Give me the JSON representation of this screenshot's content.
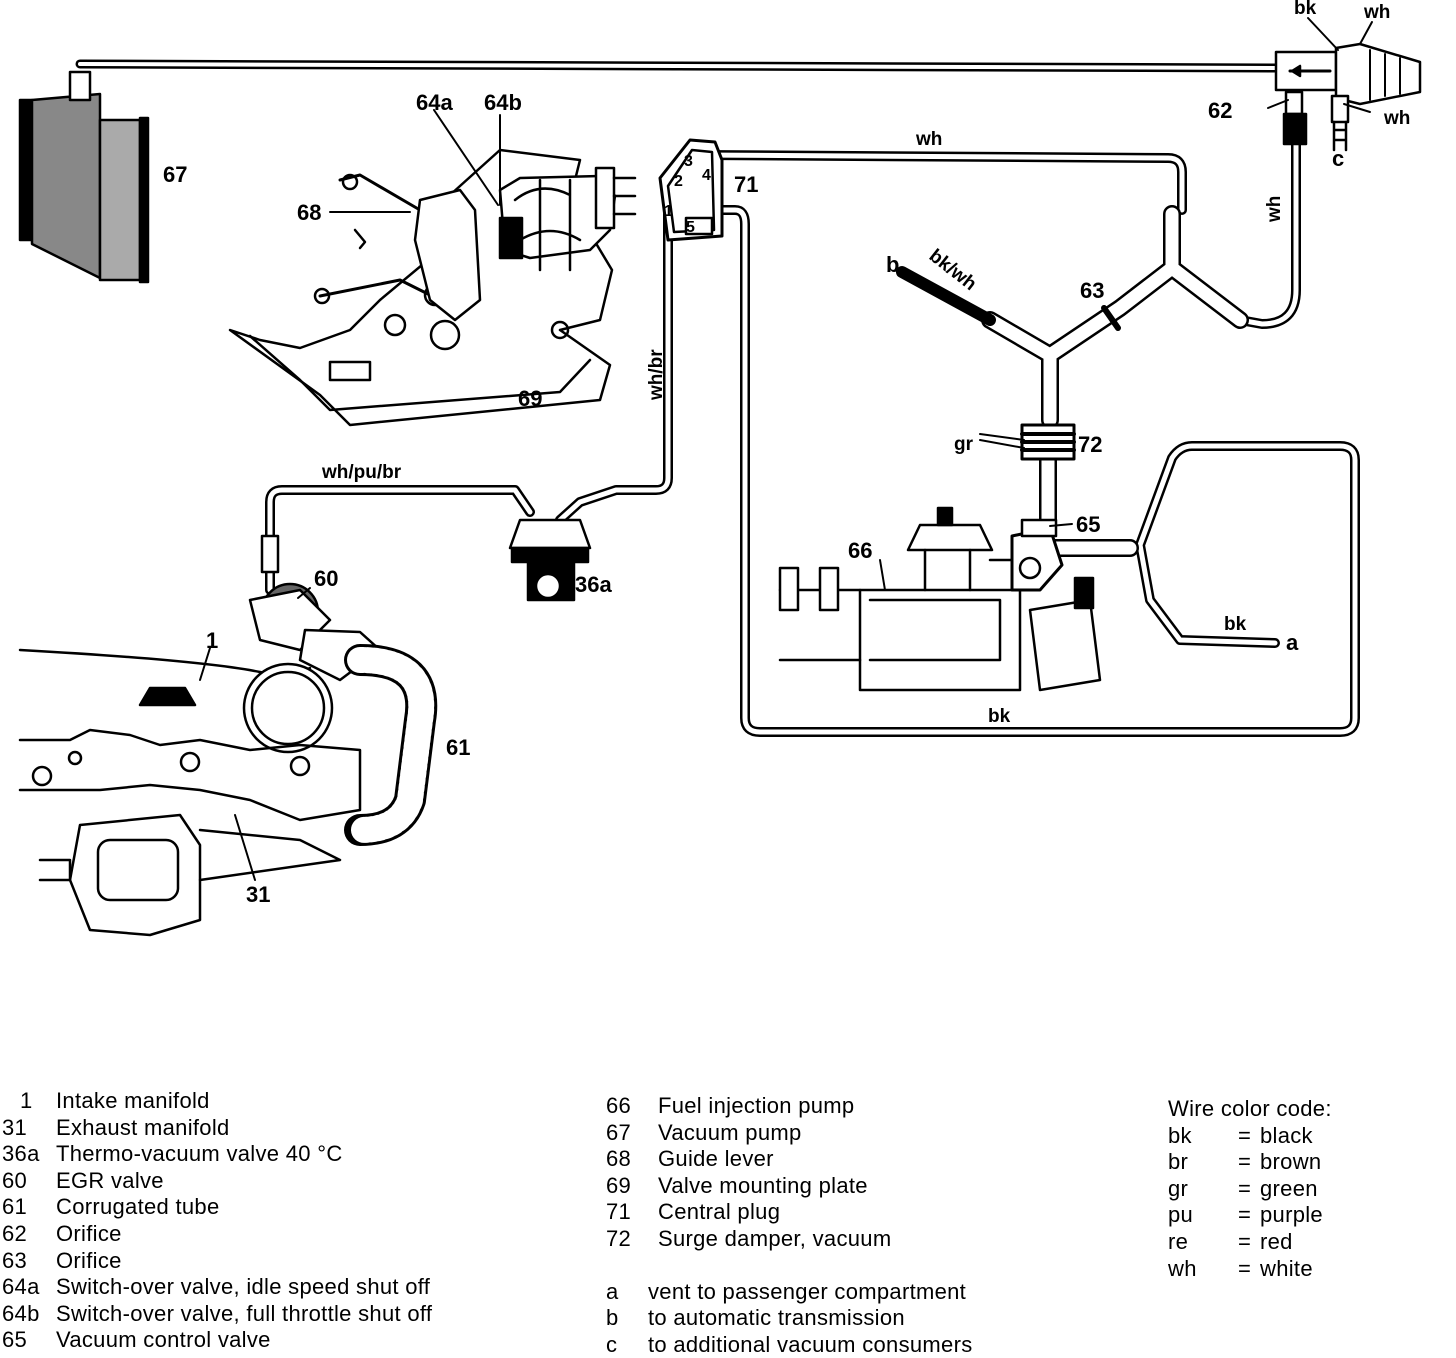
{
  "labels": {
    "n1": "1",
    "n31": "31",
    "n36a": "36a",
    "n60": "60",
    "n61": "61",
    "n62": "62",
    "n63": "63",
    "n64a": "64a",
    "n64b": "64b",
    "n65": "65",
    "n66": "66",
    "n67": "67",
    "n68": "68",
    "n69": "69",
    "n71": "71",
    "n72": "72",
    "a": "a",
    "b": "b",
    "c": "c",
    "p1": "1",
    "p2": "2",
    "p3": "3",
    "p4": "4",
    "p5": "5"
  },
  "wires": {
    "wh_top": "wh",
    "wh_vert": "wh",
    "wh_right": "wh",
    "wh_pump": "wh",
    "bk_pump": "bk",
    "bk_wh": "bk/wh",
    "wh_br": "wh/br",
    "wh_pu_br": "wh/pu/br",
    "gr": "gr",
    "bk_a": "bk",
    "bk_bottom": "bk"
  },
  "legend_left": [
    {
      "key": "1",
      "text": "Intake manifold"
    },
    {
      "key": "31",
      "text": "Exhaust manifold"
    },
    {
      "key": "36a",
      "text": "Thermo-vacuum valve 40 °C"
    },
    {
      "key": "60",
      "text": "EGR valve"
    },
    {
      "key": "61",
      "text": "Corrugated tube"
    },
    {
      "key": "62",
      "text": "Orifice"
    },
    {
      "key": "63",
      "text": "Orifice"
    },
    {
      "key": "64a",
      "text": "Switch-over valve, idle speed shut off"
    },
    {
      "key": "64b",
      "text": "Switch-over valve, full throttle shut off"
    },
    {
      "key": "65",
      "text": "Vacuum control valve"
    }
  ],
  "legend_mid": [
    {
      "key": "66",
      "text": "Fuel injection pump"
    },
    {
      "key": "67",
      "text": "Vacuum pump"
    },
    {
      "key": "68",
      "text": "Guide lever"
    },
    {
      "key": "69",
      "text": "Valve mounting plate"
    },
    {
      "key": "71",
      "text": "Central plug"
    },
    {
      "key": "72",
      "text": "Surge damper, vacuum"
    }
  ],
  "legend_letters": [
    {
      "key": "a",
      "text": "vent to passenger compartment"
    },
    {
      "key": "b",
      "text": "to automatic transmission"
    },
    {
      "key": "c",
      "text": "to additional vacuum consumers"
    }
  ],
  "legend_colors": {
    "title": "Wire color code:",
    "items": [
      {
        "key": "bk",
        "text": "black"
      },
      {
        "key": "br",
        "text": "brown"
      },
      {
        "key": "gr",
        "text": "green"
      },
      {
        "key": "pu",
        "text": "purple"
      },
      {
        "key": "re",
        "text": "red"
      },
      {
        "key": "wh",
        "text": "white"
      }
    ]
  }
}
